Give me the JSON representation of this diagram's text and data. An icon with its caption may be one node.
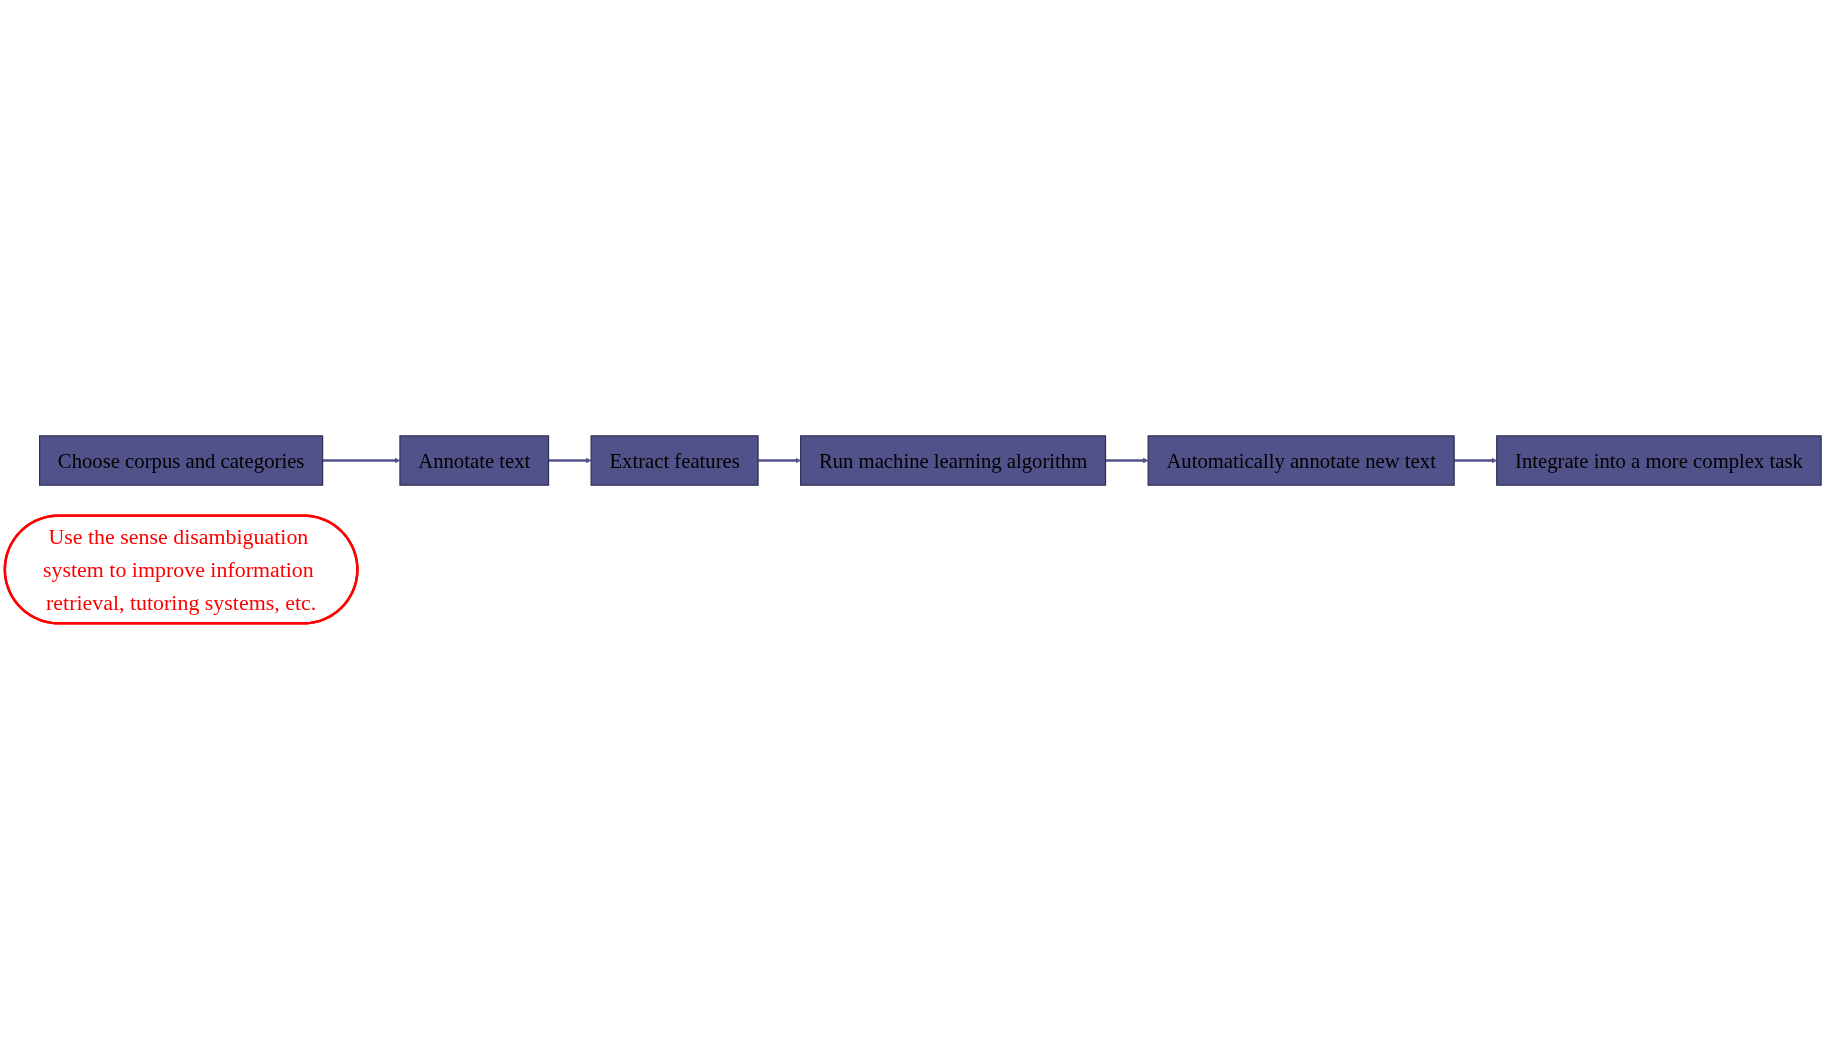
{
  "diagram": {
    "nodes": [
      {
        "text": [
          "Choose corpus and categories"
        ]
      },
      {
        "text": [
          "Annotate text"
        ]
      },
      {
        "text": [
          "Extract features"
        ]
      },
      {
        "text": [
          "Run machine learning algorithm"
        ]
      },
      {
        "text": [
          "Automatically annotate new text"
        ]
      },
      {
        "text": [
          "Integrate into a more complex task"
        ]
      },
      {
        "text": [
          "Use the sense disambiguation system to improve information retrieval, tutoring systems, etc."
        ]
      }
    ],
    "edges": [
      {
        "from": 0,
        "to": 1,
        "arrow": "to"
      },
      {
        "from": 1,
        "to": 2,
        "arrow": "to"
      },
      {
        "from": 2,
        "to": 3,
        "arrow": "to"
      },
      {
        "from": 3,
        "to": 4,
        "arrow": "to"
      },
      {
        "from": 4,
        "to": 5,
        "arrow": "to"
      }
    ]
  }
}
